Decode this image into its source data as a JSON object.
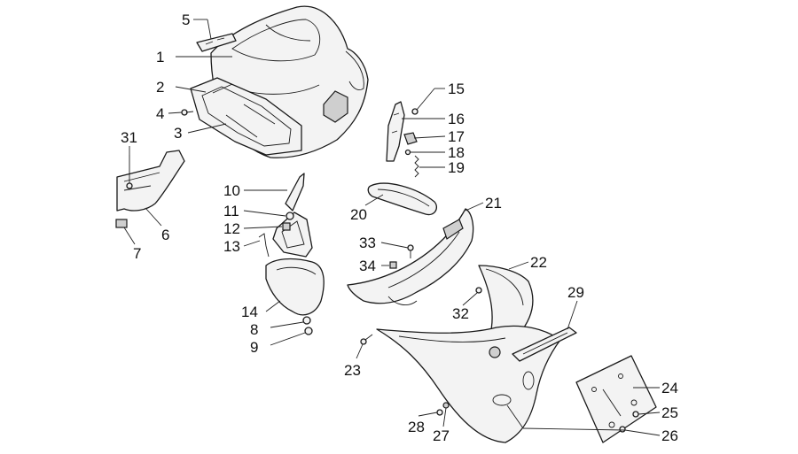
{
  "diagram": {
    "callouts": [
      {
        "id": "c1",
        "label": "1"
      },
      {
        "id": "c2",
        "label": "2"
      },
      {
        "id": "c3",
        "label": "3"
      },
      {
        "id": "c4",
        "label": "4"
      },
      {
        "id": "c5",
        "label": "5"
      },
      {
        "id": "c6",
        "label": "6"
      },
      {
        "id": "c7",
        "label": "7"
      },
      {
        "id": "c8",
        "label": "8"
      },
      {
        "id": "c9",
        "label": "9"
      },
      {
        "id": "c10",
        "label": "10"
      },
      {
        "id": "c11",
        "label": "11"
      },
      {
        "id": "c12",
        "label": "12"
      },
      {
        "id": "c13",
        "label": "13"
      },
      {
        "id": "c14",
        "label": "14"
      },
      {
        "id": "c15",
        "label": "15"
      },
      {
        "id": "c16",
        "label": "16"
      },
      {
        "id": "c17",
        "label": "17"
      },
      {
        "id": "c18",
        "label": "18"
      },
      {
        "id": "c19",
        "label": "19"
      },
      {
        "id": "c20",
        "label": "20"
      },
      {
        "id": "c21",
        "label": "21"
      },
      {
        "id": "c22",
        "label": "22"
      },
      {
        "id": "c23",
        "label": "23"
      },
      {
        "id": "c24",
        "label": "24"
      },
      {
        "id": "c25",
        "label": "25"
      },
      {
        "id": "c26",
        "label": "26"
      },
      {
        "id": "c27",
        "label": "27"
      },
      {
        "id": "c28",
        "label": "28"
      },
      {
        "id": "c29",
        "label": "29"
      },
      {
        "id": "c31",
        "label": "31"
      },
      {
        "id": "c32",
        "label": "32"
      },
      {
        "id": "c33",
        "label": "33"
      },
      {
        "id": "c34",
        "label": "34"
      }
    ]
  }
}
